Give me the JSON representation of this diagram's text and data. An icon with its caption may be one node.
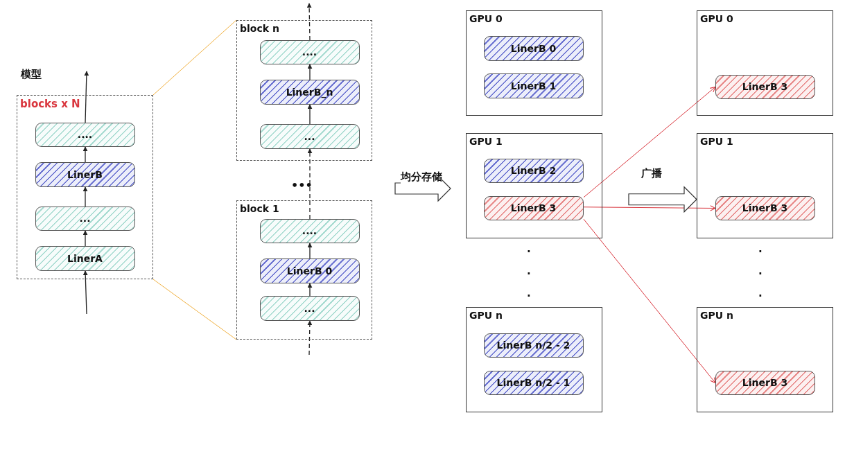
{
  "diagram": {
    "nodes": [
      {
        "text": [
          "blocks x N"
        ]
      },
      {
        "text": [
          "...."
        ],
        "in": 0
      },
      {
        "text": [
          "LinerB"
        ],
        "in": 0
      },
      {
        "text": [
          "..."
        ],
        "in": 0
      },
      {
        "text": [
          "LinerA"
        ],
        "in": 0
      },
      {
        "text": [
          "block n"
        ]
      },
      {
        "text": [
          "...."
        ],
        "in": 5
      },
      {
        "text": [
          "LinerB_n"
        ],
        "in": 5
      },
      {
        "text": [
          "..."
        ],
        "in": 5
      },
      {
        "text": [
          "block 1"
        ]
      },
      {
        "text": [
          "...."
        ],
        "in": 9
      },
      {
        "text": [
          "LinerB 0"
        ],
        "in": 9
      },
      {
        "text": [
          "..."
        ],
        "in": 9
      },
      {
        "text": [
          "GPU 0"
        ]
      },
      {
        "text": [
          "LinerB 0"
        ],
        "in": 13
      },
      {
        "text": [
          "LinerB 1"
        ],
        "in": 13
      },
      {
        "text": [
          "GPU 1"
        ]
      },
      {
        "text": [
          "LinerB 2"
        ],
        "in": 16
      },
      {
        "text": [
          "LinerB 3"
        ],
        "in": 16
      },
      {
        "text": [
          "GPU n"
        ]
      },
      {
        "text": [
          "LinerB n/2 - 2"
        ],
        "in": 19
      },
      {
        "text": [
          "LinerB n/2 - 1"
        ],
        "in": 19
      },
      {
        "text": [
          "GPU 0"
        ]
      },
      {
        "text": [
          "LinerB 3"
        ],
        "in": 22
      },
      {
        "text": [
          "GPU 1"
        ]
      },
      {
        "text": [
          "LinerB 3"
        ],
        "in": 24
      },
      {
        "text": [
          "GPU n"
        ]
      },
      {
        "text": [
          "LinerB 3"
        ],
        "in": 26
      }
    ],
    "edges": [
      {
        "from": null,
        "to": 4,
        "arrow": "to"
      },
      {
        "from": 4,
        "to": 3,
        "arrow": "to"
      },
      {
        "from": 3,
        "to": 2,
        "arrow": "to"
      },
      {
        "from": 2,
        "to": 1,
        "arrow": "to"
      },
      {
        "from": 1,
        "to": null,
        "arrow": "to"
      },
      {
        "from": 0,
        "to": 5,
        "arrow": "none",
        "color": "#f0b040"
      },
      {
        "from": 0,
        "to": 9,
        "arrow": "none",
        "color": "#f0b040"
      },
      {
        "from": null,
        "to": 12,
        "arrow": "to",
        "style": "dashed"
      },
      {
        "from": 12,
        "to": 11,
        "arrow": "to"
      },
      {
        "from": 11,
        "to": 10,
        "arrow": "to"
      },
      {
        "from": 10,
        "to": 8,
        "arrow": "to",
        "style": "dashed"
      },
      {
        "from": 8,
        "to": 7,
        "arrow": "to"
      },
      {
        "from": 7,
        "to": 6,
        "arrow": "to"
      },
      {
        "from": 6,
        "to": null,
        "arrow": "to",
        "style": "dashed"
      },
      {
        "from": null,
        "to": 16,
        "arrow": "to",
        "style": "thick",
        "label": "均分存储"
      },
      {
        "from": 18,
        "to": 23,
        "arrow": "to",
        "color": "#d9363e"
      },
      {
        "from": 18,
        "to": 25,
        "arrow": "to",
        "color": "#d9363e"
      },
      {
        "from": 18,
        "to": 27,
        "arrow": "to",
        "color": "#d9363e"
      },
      {
        "from": 16,
        "to": 24,
        "arrow": "to",
        "style": "thick",
        "label": "广播"
      }
    ],
    "labels": [
      "模型",
      "•••",
      ".",
      ".",
      ".",
      ".",
      ".",
      "."
    ]
  }
}
